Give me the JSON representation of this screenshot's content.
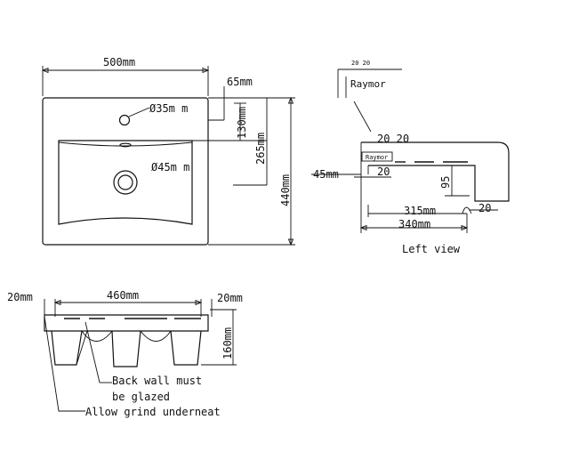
{
  "top_view": {
    "width_label": "500mm",
    "tap_offset_label": "65mm",
    "tap_hole_label": "Ø35m m",
    "waste_label": "Ø45m m",
    "dim_130": "130mm",
    "dim_265": "265mm",
    "depth_label": "440mm"
  },
  "left_view": {
    "title": "Left view",
    "brand_top": "Raymor",
    "brand_stamp": "Raymor",
    "detail_2020_top": "20 20",
    "detail_2020": "20 20",
    "dim_45": "45mm",
    "dim_20_left": "20",
    "dim_95": "95",
    "dim_315": "315mm",
    "dim_20_right": "20",
    "dim_340": "340mm"
  },
  "front_view": {
    "width_label": "460mm",
    "left_margin": "20mm",
    "right_margin": "20mm",
    "height_label": "160mm",
    "note_back_wall_1": "Back wall must",
    "note_back_wall_2": "be glazed",
    "note_grind": "Allow grind underneat"
  }
}
